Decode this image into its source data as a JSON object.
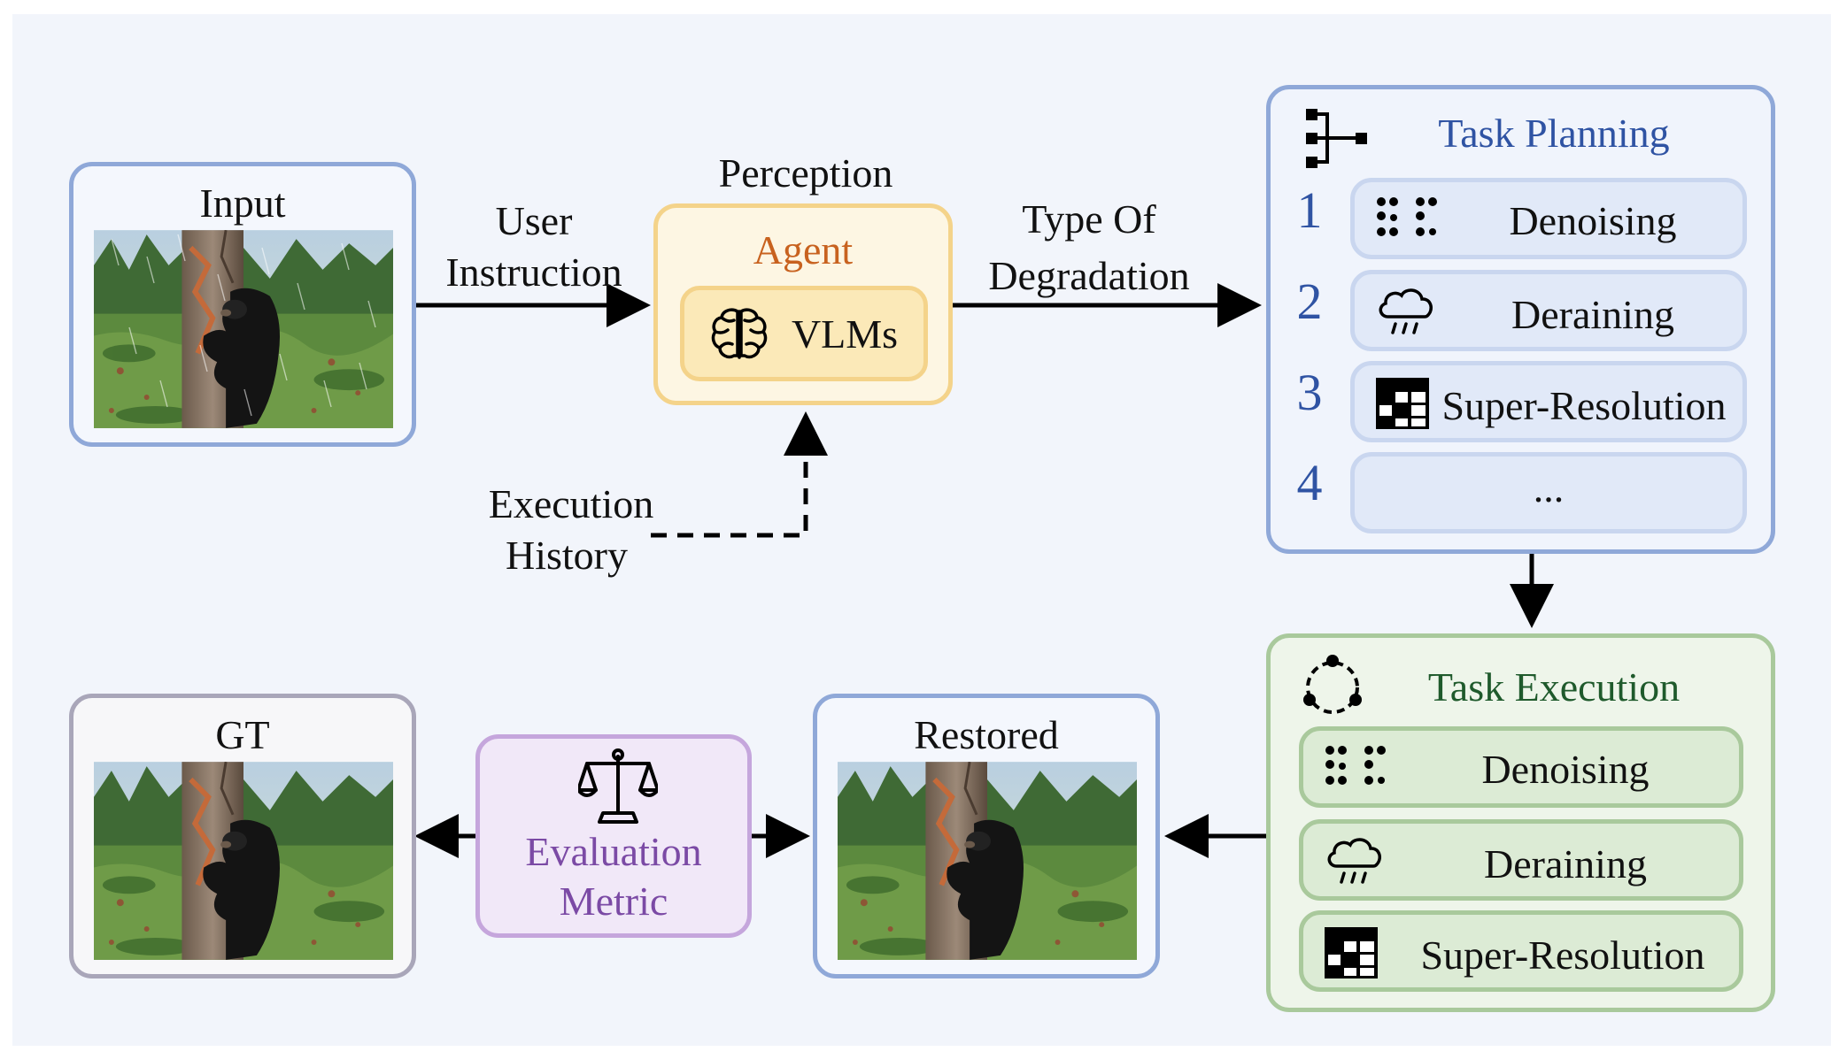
{
  "input": {
    "title": "Input"
  },
  "user_instruction": {
    "line1": "User",
    "line2": "Instruction"
  },
  "agent": {
    "header": "Perception",
    "title": "Agent",
    "vlm_label": "VLMs"
  },
  "degradation": {
    "line1": "Type Of",
    "line2": "Degradation"
  },
  "execution_history": {
    "line1": "Execution",
    "line2": "History"
  },
  "task_planning": {
    "title": "Task Planning",
    "items": [
      {
        "num": "1",
        "label": "Denoising",
        "icon": "denoise-dots-icon"
      },
      {
        "num": "2",
        "label": "Deraining",
        "icon": "rain-cloud-icon"
      },
      {
        "num": "3",
        "label": "Super-Resolution",
        "icon": "pixel-grid-icon"
      },
      {
        "num": "4",
        "label": "...",
        "icon": ""
      }
    ]
  },
  "task_execution": {
    "title": "Task Execution",
    "items": [
      {
        "label": "Denoising",
        "icon": "denoise-dots-icon"
      },
      {
        "label": "Deraining",
        "icon": "rain-cloud-icon"
      },
      {
        "label": "Super-Resolution",
        "icon": "pixel-grid-icon"
      }
    ]
  },
  "restored": {
    "title": "Restored"
  },
  "evaluation": {
    "line1": "Evaluation",
    "line2": "Metric",
    "icon": "balance-scale-icon"
  },
  "gt": {
    "title": "GT"
  },
  "colors": {
    "blue_border": "#8fa8d8",
    "agent_border": "#f4d38a",
    "green_border": "#a9c99c",
    "purple_border": "#c5a6dc",
    "gray_border": "#a9a6b9",
    "blue_text": "#2f53a3",
    "orange_text": "#c8621f",
    "green_text": "#1f5a2c",
    "purple_text": "#7b4aa5"
  }
}
